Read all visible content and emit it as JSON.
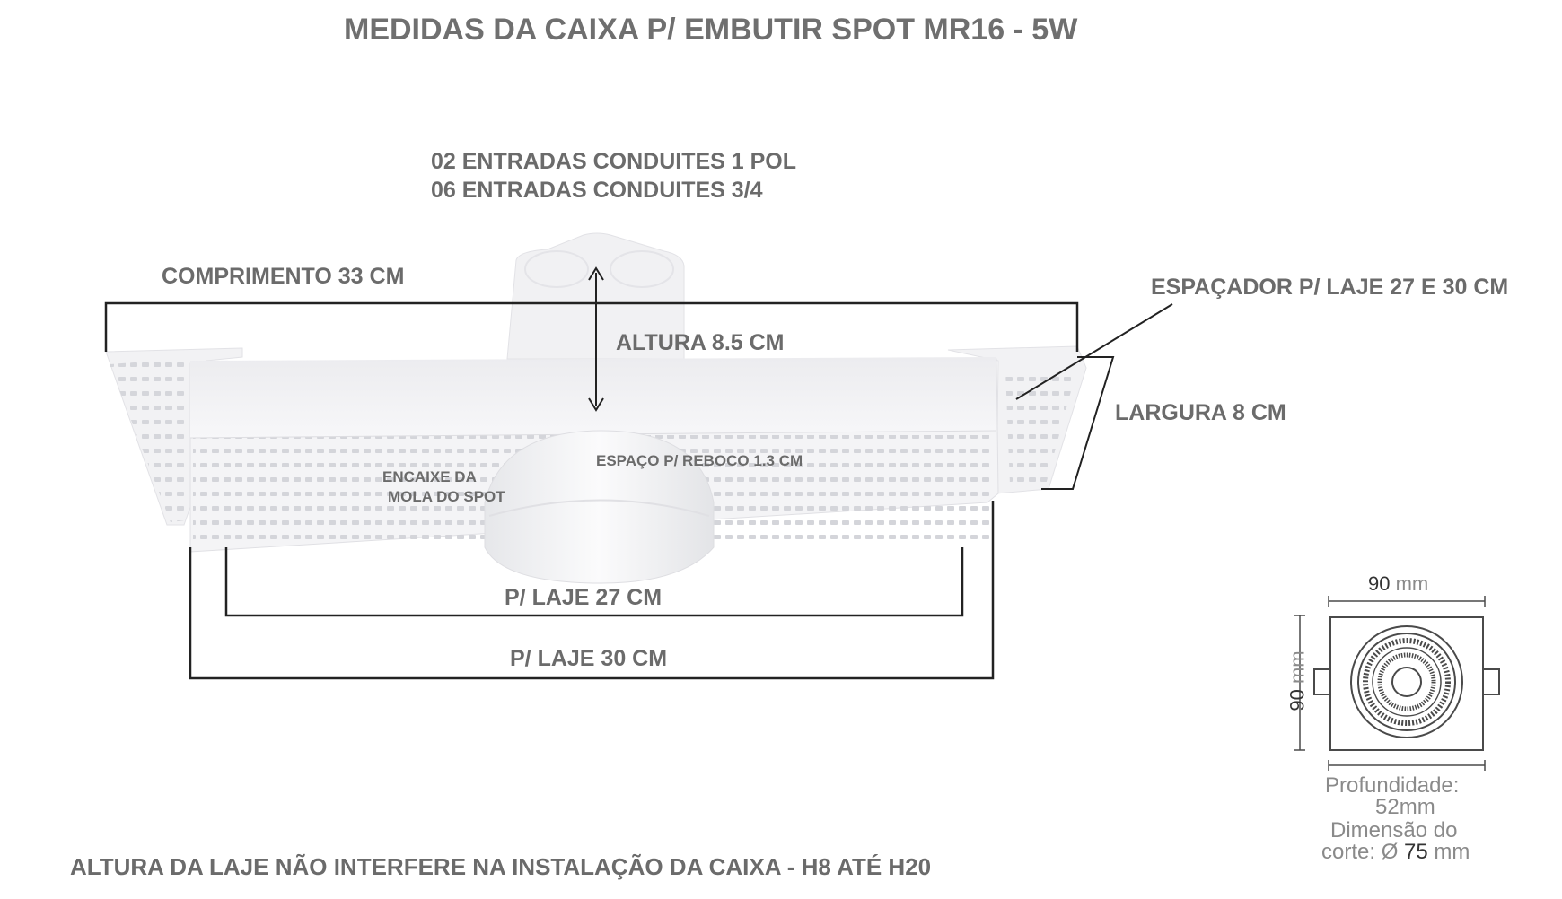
{
  "title": "MEDIDAS DA CAIXA P/ EMBUTIR SPOT MR16 - 5W",
  "entries": {
    "line1": "02 ENTRADAS CONDUITES 1 POL",
    "line2": "06 ENTRADAS CONDUITES 3/4"
  },
  "labels": {
    "comprimento": "COMPRIMENTO 33 CM",
    "altura": "ALTURA 8.5 CM",
    "espacador": "ESPAÇADOR P/ LAJE 27 E 30 CM",
    "largura": "LARGURA 8 CM",
    "encaixe_line1": "ENCAIXE DA",
    "encaixe_line2": "MOLA DO SPOT",
    "reboco": "ESPAÇO P/ REBOCO 1.3 CM",
    "laje27": "P/ LAJE 27 CM",
    "laje30": "P/ LAJE 30 CM"
  },
  "footer": "ALTURA DA LAJE NÃO INTERFERE NA INSTALAÇÃO DA CAIXA - H8 ATÉ H20",
  "spot_spec": {
    "width_value": "90",
    "width_unit": "mm",
    "height_value": "90",
    "height_unit": "mm",
    "depth_line1": "Profundidade:",
    "depth_line2": "52mm",
    "cut_line1": "Dimensão do",
    "cut_line2_prefix": "corte: Ø",
    "cut_value": "75",
    "cut_unit": "mm"
  },
  "colors": {
    "text": "#6b6b6b",
    "box_fill": "#f4f4f6",
    "dimension_line": "#222222"
  }
}
